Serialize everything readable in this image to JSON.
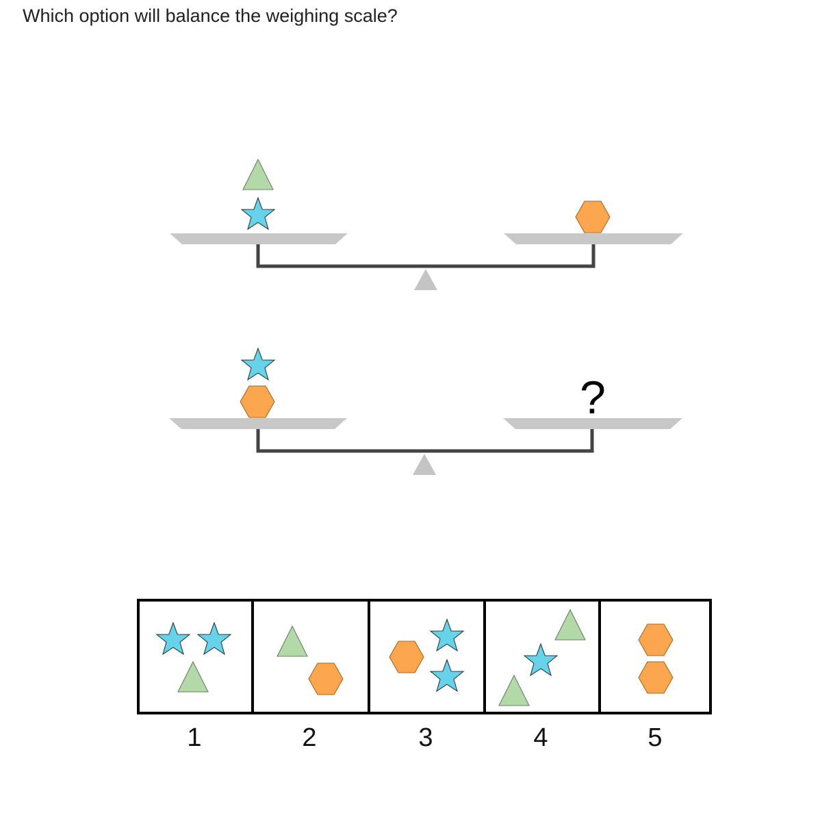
{
  "question": {
    "text": "Which option will balance the weighing scale?"
  },
  "colors": {
    "star": "#66d3ea",
    "triangle": "#b3d9a8",
    "hexagon": "#fca74d",
    "pan": "#c8c8c8",
    "beam": "#444444",
    "fulcrum": "#c4c4c4",
    "option_border": "#000000"
  },
  "scales": [
    {
      "name": "scale-1",
      "left_pan": [
        "triangle",
        "star"
      ],
      "right_pan": [
        "hexagon"
      ]
    },
    {
      "name": "scale-2",
      "left_pan": [
        "star",
        "hexagon"
      ],
      "right_pan_unknown_symbol": "?"
    }
  ],
  "options": [
    {
      "label": "1",
      "items": [
        "star",
        "star",
        "triangle"
      ]
    },
    {
      "label": "2",
      "items": [
        "triangle",
        "hexagon"
      ]
    },
    {
      "label": "3",
      "items": [
        "hexagon",
        "star",
        "star"
      ]
    },
    {
      "label": "4",
      "items": [
        "triangle",
        "star",
        "triangle"
      ]
    },
    {
      "label": "5",
      "items": [
        "hexagon",
        "hexagon"
      ]
    }
  ]
}
